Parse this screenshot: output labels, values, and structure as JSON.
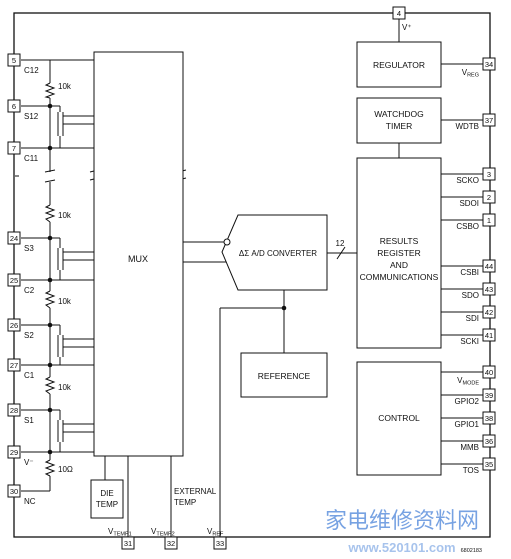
{
  "blocks": {
    "mux": "MUX",
    "regulator": "REGULATOR",
    "watchdog": [
      "WATCHDOG",
      "TIMER"
    ],
    "results": [
      "RESULTS",
      "REGISTER",
      "AND",
      "COMMUNICATIONS"
    ],
    "control": "CONTROL",
    "reference": "REFERENCE",
    "die_temp": [
      "DIE",
      "TEMP"
    ],
    "converter": "ΔΣ A/D CONVERTER",
    "external_temp": [
      "EXTERNAL",
      "TEMP"
    ]
  },
  "bus_width": "12",
  "resistors": {
    "r1": "10k",
    "r2": "10k",
    "r3": "10k",
    "r4": "10k",
    "r5": "10Ω"
  },
  "left_pins": [
    {
      "num": "5",
      "label": "C12"
    },
    {
      "num": "6",
      "label": "S12"
    },
    {
      "num": "7",
      "label": "C11"
    },
    {
      "num": "24",
      "label": "S3"
    },
    {
      "num": "25",
      "label": "C2"
    },
    {
      "num": "26",
      "label": "S2"
    },
    {
      "num": "27",
      "label": "C1"
    },
    {
      "num": "28",
      "label": "S1"
    },
    {
      "num": "29",
      "label": "V⁻"
    },
    {
      "num": "30",
      "label": "NC"
    }
  ],
  "top_pin": {
    "num": "4",
    "label": "V⁺"
  },
  "right_pins": [
    {
      "num": "34",
      "label": "V",
      "sub": "REG"
    },
    {
      "num": "37",
      "label": "WDTB"
    },
    {
      "num": "3",
      "label": "SCKO"
    },
    {
      "num": "2",
      "label": "SDOI"
    },
    {
      "num": "1",
      "label": "CSBO"
    },
    {
      "num": "44",
      "label": "CSBI"
    },
    {
      "num": "43",
      "label": "SDO"
    },
    {
      "num": "42",
      "label": "SDI"
    },
    {
      "num": "41",
      "label": "SCKI"
    },
    {
      "num": "40",
      "label": "V",
      "sub": "MODE"
    },
    {
      "num": "39",
      "label": "GPIO2"
    },
    {
      "num": "38",
      "label": "GPIO1"
    },
    {
      "num": "36",
      "label": "MMB"
    },
    {
      "num": "35",
      "label": "TOS"
    }
  ],
  "bottom_pins": [
    {
      "num": "31",
      "label": "V",
      "sub": "TEMP1"
    },
    {
      "num": "32",
      "label": "V",
      "sub": "TEMP2"
    },
    {
      "num": "33",
      "label": "V",
      "sub": "REF"
    }
  ],
  "figure_code": "6802183",
  "watermark": {
    "text": "家电维修资料网",
    "url": "www.520101.com"
  },
  "colors": {
    "line": "#111111",
    "watermark": "#3e7bd6"
  }
}
